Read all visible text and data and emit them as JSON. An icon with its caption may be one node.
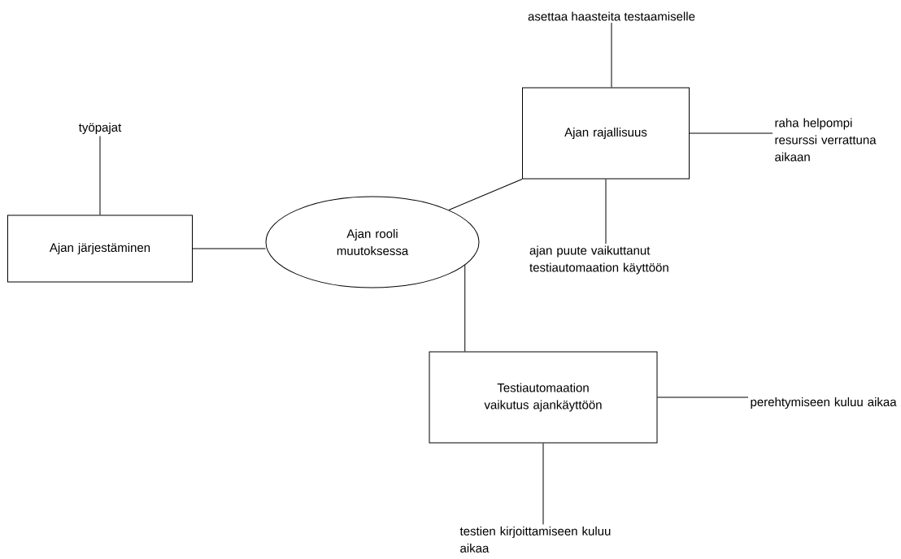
{
  "diagram": {
    "nodes": [
      {
        "text": [
          "Ajan rooli muutoksessa"
        ]
      },
      {
        "text": [
          "Ajan järjestäminen"
        ]
      },
      {
        "text": [
          "työpajat"
        ]
      },
      {
        "text": [
          "Ajan rajallisuus"
        ]
      },
      {
        "text": [
          "asettaa haasteita testaamiselle"
        ]
      },
      {
        "text": [
          "raha helpompi resurssi verrattuna aikaan"
        ]
      },
      {
        "text": [
          "ajan puute vaikuttanut testiautomaation käyttöön"
        ]
      },
      {
        "text": [
          "Testiautomaation vaikutus ajankäyttöön"
        ]
      },
      {
        "text": [
          "perehtymiseen kuluu aikaa"
        ]
      },
      {
        "text": [
          "testien kirjoittamiseen kuluu aikaa"
        ]
      }
    ],
    "edges": [
      {
        "from": 1,
        "to": 0,
        "arrow": "none"
      },
      {
        "from": 2,
        "to": 1,
        "arrow": "none"
      },
      {
        "from": 0,
        "to": 3,
        "arrow": "none"
      },
      {
        "from": 4,
        "to": 3,
        "arrow": "none"
      },
      {
        "from": 3,
        "to": 5,
        "arrow": "none"
      },
      {
        "from": 3,
        "to": 6,
        "arrow": "none"
      },
      {
        "from": 0,
        "to": 7,
        "arrow": "none"
      },
      {
        "from": 7,
        "to": 8,
        "arrow": "none"
      },
      {
        "from": 7,
        "to": 9,
        "arrow": "none"
      }
    ]
  }
}
